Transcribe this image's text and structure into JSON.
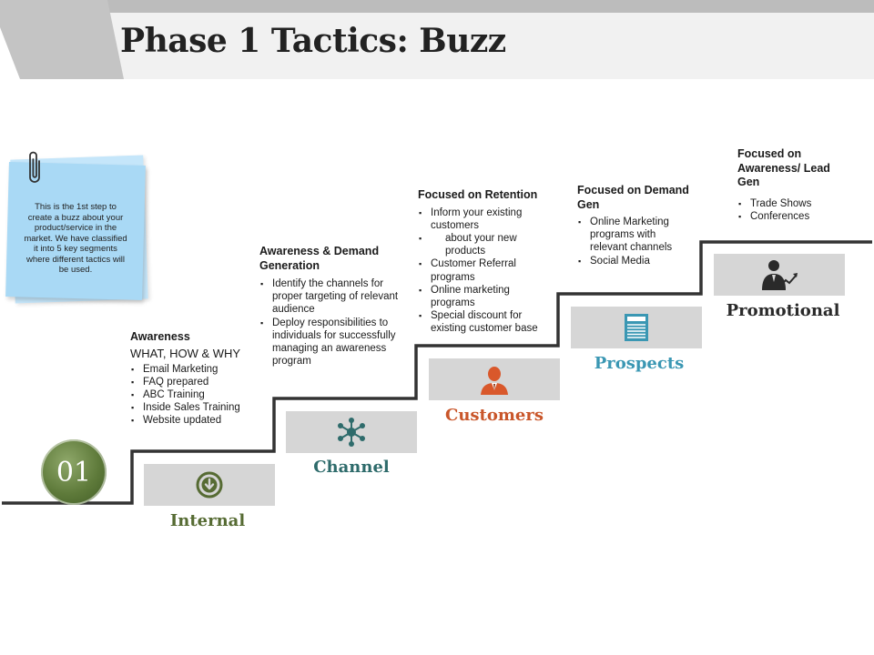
{
  "title": "Phase 1 Tactics: Buzz",
  "note": {
    "text": "This is the 1st step to create a buzz about your product/service in the market. We have classified it into 5 key segments where different tactics will be used."
  },
  "step_number": "01",
  "steps": [
    {
      "label": "Internal",
      "label_color": "#566b33",
      "icon": "download-circle-icon",
      "icon_color": "#566b33",
      "heading": "Awareness",
      "subheading": "WHAT, HOW & WHY",
      "items": [
        "Email Marketing",
        "FAQ prepared",
        "ABC Training",
        "Inside Sales Training",
        "Website updated"
      ]
    },
    {
      "label": "Channel",
      "label_color": "#2e6b6b",
      "icon": "network-hub-icon",
      "icon_color": "#2e6b6b",
      "heading": "Awareness & Demand Generation",
      "subheading": "",
      "items": [
        "Identify the channels for proper targeting of relevant audience",
        "Deploy responsibilities to individuals for successfully managing an awareness program"
      ]
    },
    {
      "label": "Customers",
      "label_color": "#c9562a",
      "icon": "customer-person-icon",
      "icon_color": "#d9582b",
      "heading": "Focused on Retention",
      "subheading": "",
      "items": [
        "Inform your existing customers",
        "about your new products",
        "Customer Referral programs",
        "Online marketing programs",
        "Special discount for existing customer base"
      ]
    },
    {
      "label": "Prospects",
      "label_color": "#3a97b3",
      "icon": "newspaper-icon",
      "icon_color": "#3a97b3",
      "heading": "Focused on Demand Gen",
      "subheading": "",
      "items": [
        "Online Marketing programs with relevant channels",
        "Social Media"
      ]
    },
    {
      "label": "Promotional",
      "label_color": "#2a2a2a",
      "icon": "businessman-growth-icon",
      "icon_color": "#2a2a2a",
      "heading": "Focused on Awareness/ Lead Gen",
      "subheading": "",
      "items": [
        "Trade Shows",
        "Conferences"
      ]
    }
  ]
}
